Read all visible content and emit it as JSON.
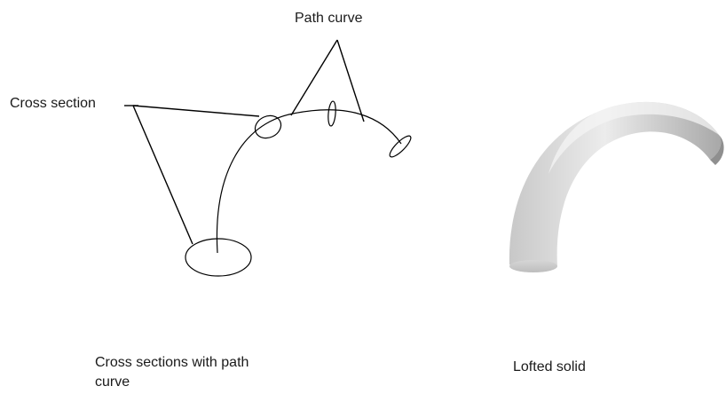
{
  "labels": {
    "path_curve": "Path curve",
    "cross_section": "Cross section"
  },
  "captions": {
    "left_line1": "Cross sections with path",
    "left_line2": "curve",
    "right": "Lofted solid"
  },
  "colors": {
    "line": "#000000",
    "text": "#1a1a1a",
    "solid_highlight": "#ffffff",
    "solid_shadow": "#9a9a9a"
  }
}
